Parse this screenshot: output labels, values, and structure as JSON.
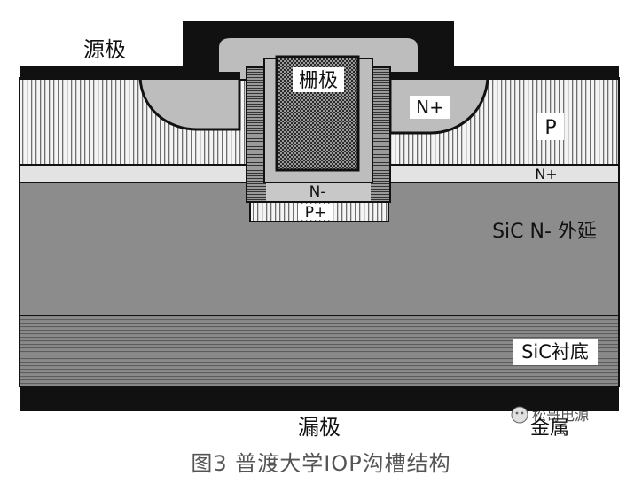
{
  "labels": {
    "source": "源极",
    "gate": "栅极",
    "n_plus_contact": "N+",
    "p_body": "P",
    "n_plus_layer": "N+",
    "n_minus_shield": "N-",
    "p_plus_shield": "P+",
    "epi": "SiC N- 外延",
    "substrate": "SiC衬底",
    "drain": "漏极",
    "metal": "金属",
    "watermark": "松哥电源"
  },
  "caption": "图3   普渡大学IOP沟槽结构",
  "colors": {
    "metal": "#111111",
    "epi": "#8c8c8c",
    "substrate": "#7f7f7f",
    "oxide": "#bdbdbd",
    "pbody": "#f2f2f2",
    "nplus": "#e6e6e6"
  }
}
